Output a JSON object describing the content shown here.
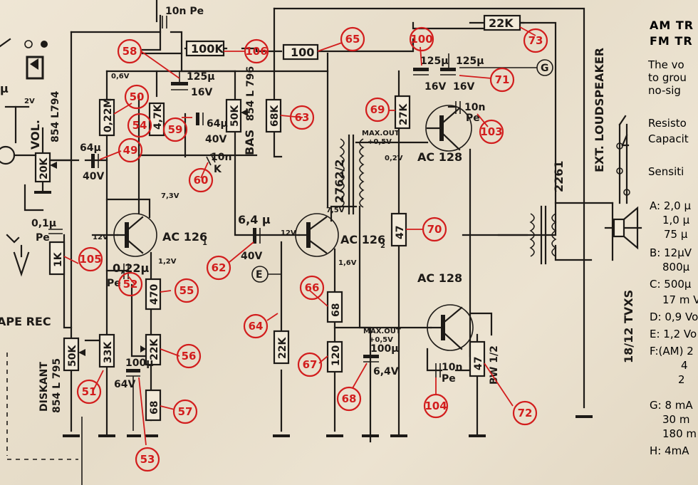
{
  "header": {
    "line1": "AM TR",
    "line2": "FM TR",
    "note1": "The vo",
    "note2": "to grou",
    "note3": "no-sig",
    "resist": "Resisto",
    "capac": "Capacit",
    "sens": "Sensiti"
  },
  "side_notes": [
    "A: 2,0 μ",
    "1,0 μ",
    "75 μ",
    "B: 12μV",
    "800μ",
    "C: 500μ",
    "17 m V",
    "D: 0,9 Vo",
    "E: 1,2 Vo",
    "F:(AM) 2",
    "4",
    "2",
    "G: 8 mA",
    "30 m",
    "180 m",
    "H: 4mA"
  ],
  "model_vertical": "18/12 TVXS",
  "ext_speaker": "EXT. LOUDSPEAKER",
  "transformer_out": "2261",
  "transformer_in": "2762/2",
  "components": {
    "c_top": "10n Pe",
    "r_100k": "100K",
    "r_100": "100",
    "r_22k_top": "22K",
    "c_125a": "125μ",
    "c_125a_v": "16V",
    "c_125b": "125μ",
    "c_125b_v": "16V",
    "c_125c": "125μ",
    "c_125c_v": "16V",
    "c_64a": "64μ",
    "c_64a_v": "40V",
    "r_022m": "0,22M",
    "r_47k": "4,7K",
    "r_50k_bas": "50K",
    "bas_label": "BAS",
    "bas_pot": "854 L 796",
    "r_68k": "68K",
    "r_27k": "27K",
    "vol_label": "VOL.",
    "vol_pot": "854 L794",
    "r_20k": "20K",
    "c_64b": "64μ",
    "c_64b_v": "40V",
    "c_10nk": "10n",
    "c_10nk_k": "K",
    "c_10n_pe1": "10n",
    "pe1": "Pe",
    "maxout1": "MAX.OUT",
    "maxout1_v": "+0,5V",
    "v_02": "0,2V",
    "q1": "AC 126",
    "q1_sub": "1",
    "q2": "AC 126",
    "q2_sub": "2",
    "q3": "AC 128",
    "q4": "AC 128",
    "v_73": "7,3V",
    "v_12a": "12V",
    "v_12b": "1,2V",
    "v_75": "7,5V",
    "v_12c": "12V",
    "v_16": "1,6V",
    "v_06": "0,6V",
    "c_01": "0,1μ",
    "c_01_pe": "Pe",
    "r_1k": "1K",
    "c_022": "0,22μ",
    "c_022_pe": "Pe",
    "c_64c": "6,4 μ",
    "c_64c_v": "40V",
    "r_470": "470",
    "r_22k_b": "22K",
    "r_22k_c": "22K",
    "r_68_a": "68",
    "r_47_a": "47",
    "r_68_b": "68",
    "r_120": "120",
    "r_33k": "33K",
    "r_50k_d": "50K",
    "diskant": "DISKANT",
    "disk_pot": "854 L 795",
    "c_100a": "100μ",
    "c_100a_v": "64V",
    "c_100b": "100μ",
    "c_100b_v": "6,4V",
    "maxout2": "MAX.OUT",
    "maxout2_v": "+0,5V",
    "c_10n_pe2": "10n",
    "pe2": "Pe",
    "r_47_b": "47",
    "bw": "BW 1/2",
    "tape": "APE REC",
    "v_2v": "2V",
    "mu_left": "μ",
    "e_marker": "E",
    "g_marker": "G"
  },
  "refs": [
    "58",
    "106",
    "65",
    "100",
    "73",
    "71",
    "50",
    "54",
    "59",
    "63",
    "69",
    "103",
    "49",
    "60",
    "70",
    "62",
    "105",
    "52",
    "55",
    "64",
    "66",
    "56",
    "67",
    "68",
    "104",
    "72",
    "51",
    "53",
    "57"
  ],
  "colors": {
    "paper": "#e9e0cf",
    "ink": "#1d1a17",
    "ref_red": "#d21d1d"
  }
}
